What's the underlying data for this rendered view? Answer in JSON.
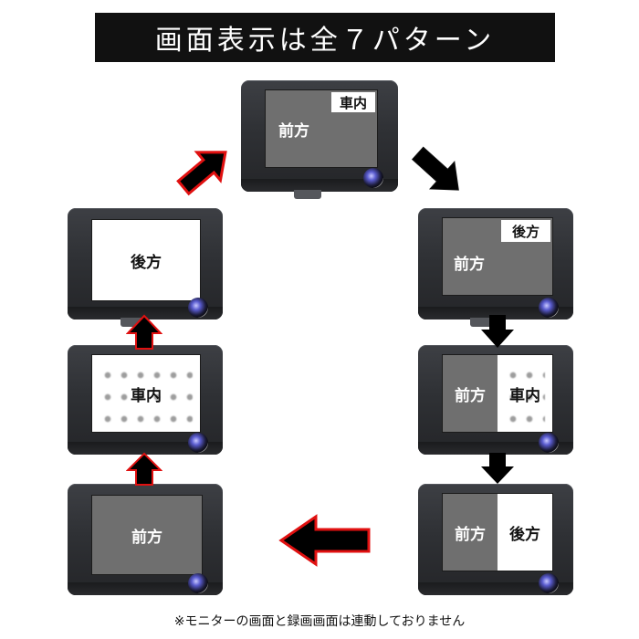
{
  "title": "画面表示は全７パターン",
  "footnote": "※モニターの画面と録画画面は連動しておりません",
  "labels": {
    "front": "前方",
    "rear": "後方",
    "cabin": "車内"
  },
  "colors": {
    "arrow_fill": "#000000",
    "arrow_outline": "#e01010",
    "screen_gray": "#6f6f6f",
    "title_bg": "#111111"
  },
  "patterns": [
    {
      "id": 1,
      "main": "前方",
      "inset": "車内"
    },
    {
      "id": 2,
      "main": "前方",
      "inset": "後方"
    },
    {
      "id": 3,
      "left": "前方",
      "right": "車内"
    },
    {
      "id": 4,
      "left": "前方",
      "right": "後方"
    },
    {
      "id": 5,
      "main": "前方"
    },
    {
      "id": 6,
      "main": "車内"
    },
    {
      "id": 7,
      "main": "後方"
    }
  ]
}
